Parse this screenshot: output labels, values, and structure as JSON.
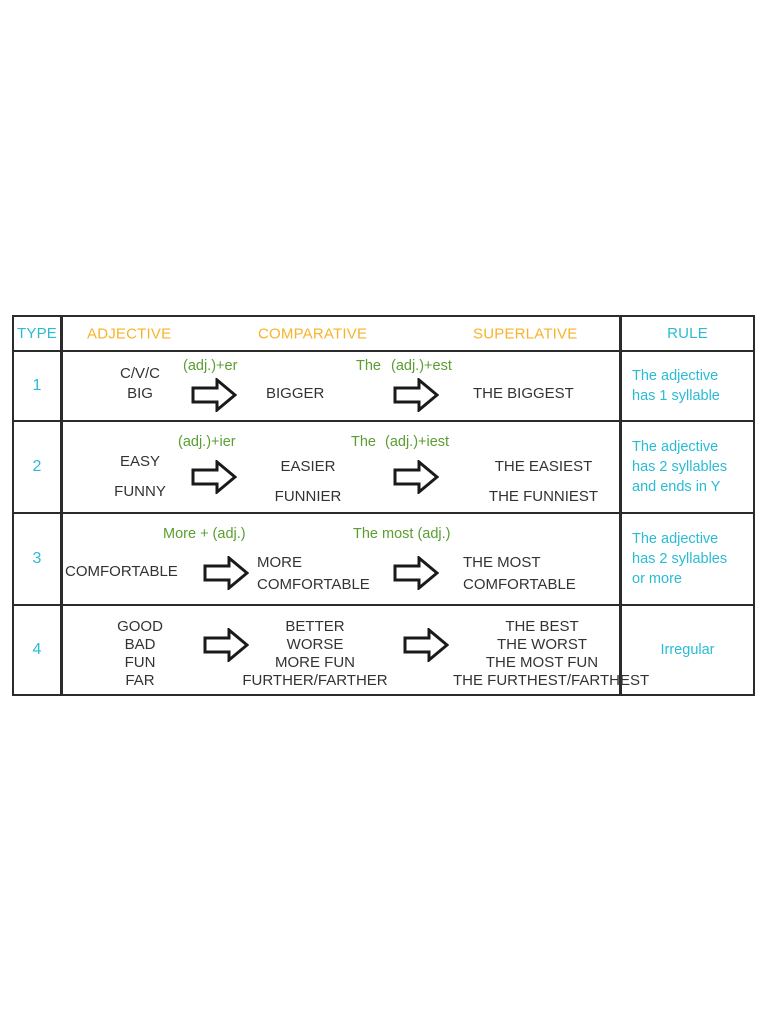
{
  "table": {
    "headers": {
      "type": "TYPE",
      "adjective": "ADJECTIVE",
      "comparative": "COMPARATIVE",
      "superlative": "SUPERLATIVE",
      "rule": "RULE"
    },
    "colors": {
      "accent_cyan": "#29bcd4",
      "accent_amber": "#f7b32b",
      "accent_green": "#5a9e30",
      "text_dark": "#333333",
      "border": "#2b2b2b"
    },
    "rows": [
      {
        "type": "1",
        "adjective": "C/V/C\nBIG",
        "adjective_line1": "C/V/C",
        "adjective_line2": "BIG",
        "comparative_formula": "(adj.)+er",
        "comparative": "BIGGER",
        "superlative_formula_prefix": "The",
        "superlative_formula": "(adj.)+est",
        "superlative": "THE BIGGEST",
        "rule": "The adjective has 1 syllable",
        "rule_line1": "The adjective",
        "rule_line2": "has 1 syllable"
      },
      {
        "type": "2",
        "adjective_line1": "EASY",
        "adjective_line2": "FUNNY",
        "comparative_formula": "(adj.)+ier",
        "comparative_line1": "EASIER",
        "comparative_line2": "FUNNIER",
        "superlative_formula_prefix": "The",
        "superlative_formula": "(adj.)+iest",
        "superlative_line1": "THE EASIEST",
        "superlative_line2": "THE FUNNIEST",
        "rule": "The adjective has 2 syllables and ends in Y",
        "rule_line1": "The adjective",
        "rule_line2": "has 2 syllables",
        "rule_line3": "and ends in Y"
      },
      {
        "type": "3",
        "adjective_line1": "COMFORTABLE",
        "comparative_formula": "More + (adj.)",
        "comparative_line1": "MORE",
        "comparative_line2": "COMFORTABLE",
        "superlative_formula": "The most (adj.)",
        "superlative_line1": "THE MOST",
        "superlative_line2": "COMFORTABLE",
        "rule": "The adjective has 2 syllables or more",
        "rule_line1": "The adjective",
        "rule_line2": "has 2 syllables",
        "rule_line3": "or more"
      },
      {
        "type": "4",
        "adjective_line1": "GOOD",
        "adjective_line2": "BAD",
        "adjective_line3": "FUN",
        "adjective_line4": "FAR",
        "comparative_line1": "BETTER",
        "comparative_line2": "WORSE",
        "comparative_line3": "MORE FUN",
        "comparative_line4": "FURTHER/FARTHER",
        "superlative_line1": "THE BEST",
        "superlative_line2": "THE WORST",
        "superlative_line3": "THE MOST FUN",
        "superlative_line4": "THE FURTHEST/FARTHEST",
        "rule": "Irregular"
      }
    ],
    "icons": {
      "arrow": "right-block-arrow-icon"
    }
  }
}
